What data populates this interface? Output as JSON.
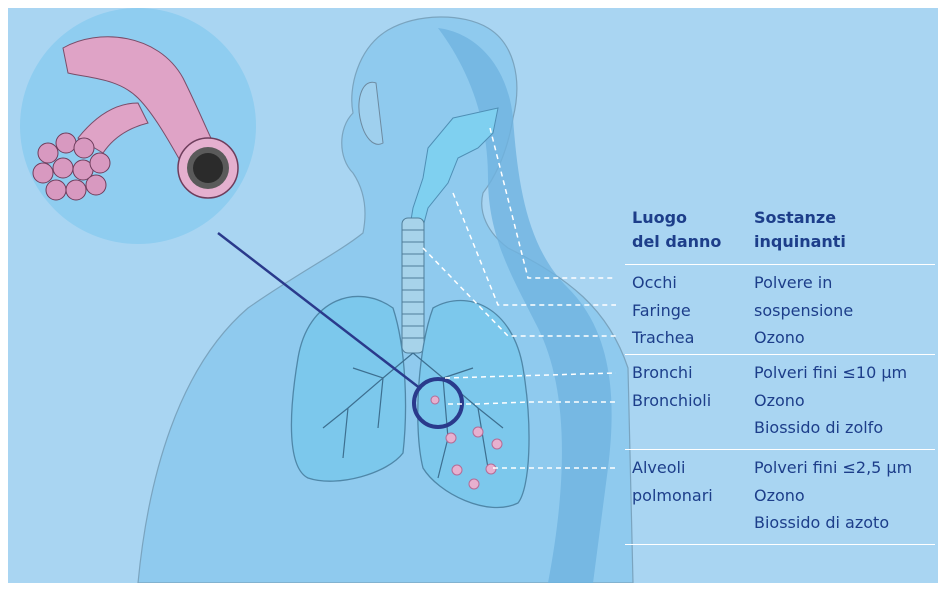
{
  "colors": {
    "background": "#a9d5f2",
    "text": "#1d3e8a",
    "body": "#8dc6ec",
    "lungs": "#7cc4e8",
    "airway": "#c69ab9",
    "pointer": "#2a3a8c"
  },
  "table": {
    "header_place": "Luogo\ndel danno",
    "header_substances": "Sostanze\ninquinanti",
    "groups": [
      {
        "places": [
          "Occhi",
          "Faringe",
          "Trachea"
        ],
        "substances": [
          "Polvere in",
          "sospensione",
          "Ozono"
        ]
      },
      {
        "places": [
          "Bronchi",
          "Bronchioli"
        ],
        "substances": [
          "Polveri fini ≤10 µm",
          "Ozono",
          "Biossido di zolfo"
        ]
      },
      {
        "places": [
          "Alveoli",
          "polmonari"
        ],
        "substances": [
          "Polveri fini ≤2,5 µm",
          "Ozono",
          "Biossido di azoto"
        ]
      }
    ]
  }
}
